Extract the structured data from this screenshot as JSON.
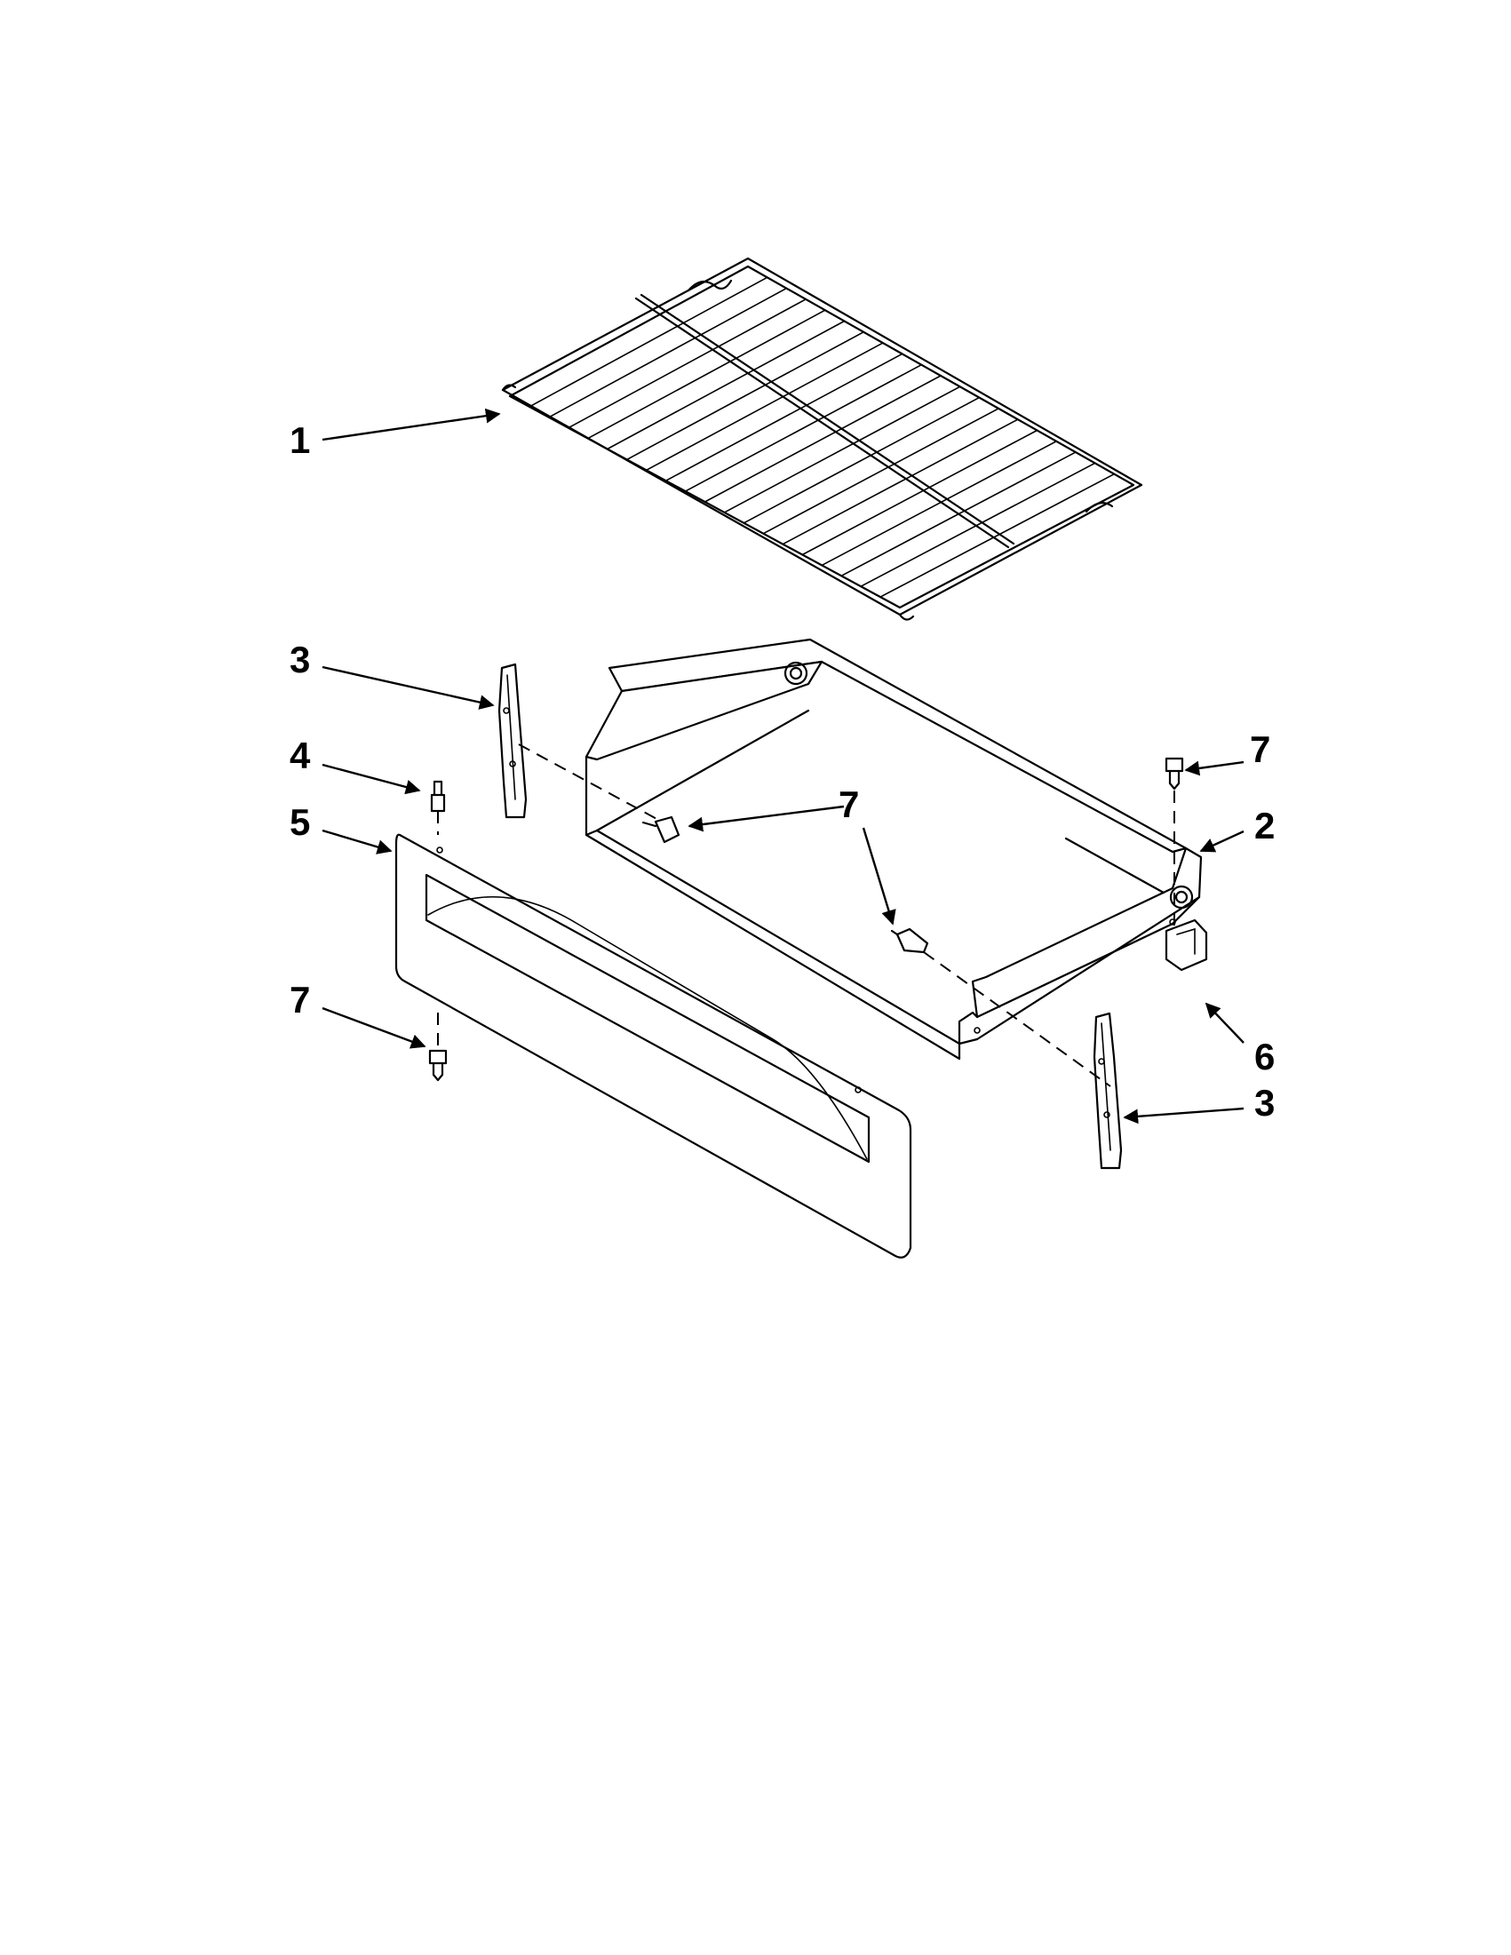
{
  "callouts": {
    "rack": "1",
    "drawer": "2",
    "slide_left": "3",
    "slide_right": "3",
    "stud": "4",
    "drawer_panel": "5",
    "clip": "6",
    "screw_top_right": "7",
    "screw_center": "7",
    "screw_panel": "7"
  },
  "colors": {
    "line": "#000000",
    "background": "#ffffff"
  }
}
